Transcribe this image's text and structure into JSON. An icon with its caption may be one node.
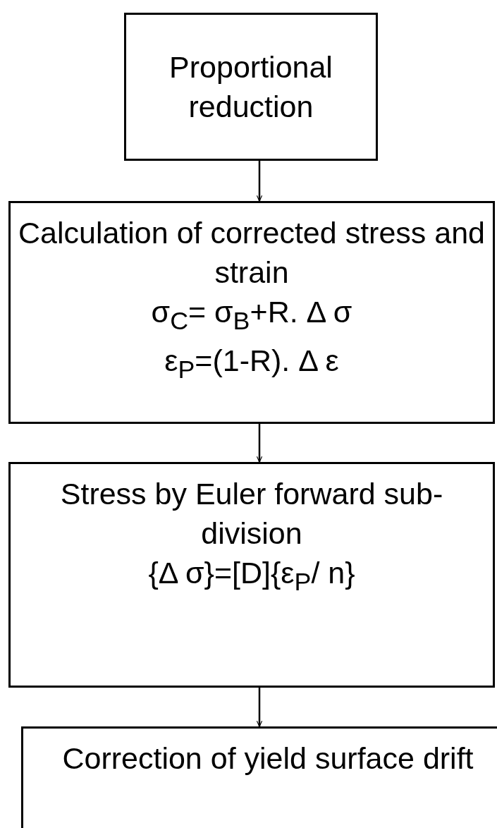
{
  "diagram": {
    "nodes": [
      {
        "text": [
          "Proportional reduction"
        ]
      },
      {
        "text": [
          "Calculation of corrected stress and strain",
          "σ$_{C}$= σ$_{B}$+R. Δ σ",
          "ε$_{P}$=(1-R). Δ ε"
        ]
      },
      {
        "text": [
          "Stress by Euler forward sub-division",
          "{Δ σ}=[D]{ε$_{P}$/ n}"
        ]
      },
      {
        "text": [
          "Correction of yield surface drift"
        ]
      }
    ],
    "edges": [
      {
        "from": 0,
        "to": 1,
        "arrow": "to"
      },
      {
        "from": 1,
        "to": 2,
        "arrow": "to"
      },
      {
        "from": 2,
        "to": 3,
        "arrow": "to"
      }
    ]
  }
}
